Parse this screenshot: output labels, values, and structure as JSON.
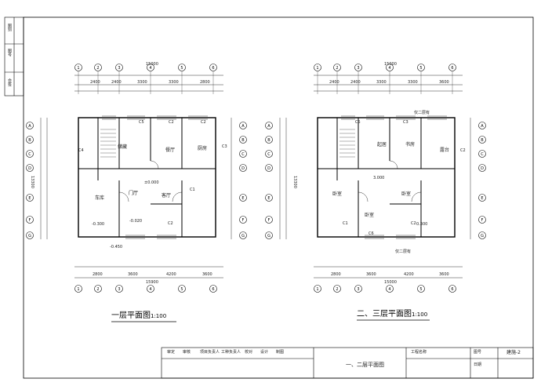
{
  "left_plan": {
    "title": "一层平面图",
    "scale": "1:100",
    "top_total": "15000",
    "top_dims": [
      "2400",
      "2400",
      "3300",
      "3300",
      "2800"
    ],
    "bottom_total": "15900",
    "bottom_dims": [
      "2800",
      "3600",
      "4200",
      "3600"
    ],
    "left_total": "13300",
    "rooms": [
      "储藏",
      "厨房",
      "餐厅",
      "门厅",
      "客厅",
      "车库"
    ],
    "windows": [
      "C5",
      "C2",
      "C2",
      "C3",
      "C1",
      "C2",
      "C4"
    ],
    "levels": [
      "±0.000",
      "-0.300",
      "-0.020",
      "-0.450"
    ],
    "axes_top": [
      "1",
      "2",
      "3",
      "4",
      "5",
      "6"
    ],
    "axes_left": [
      "A",
      "B",
      "C",
      "D",
      "E",
      "F",
      "G"
    ]
  },
  "right_plan": {
    "title": "二、三层平面图",
    "scale": "1:100",
    "top_total": "15000",
    "top_dims": [
      "2400",
      "2400",
      "3300",
      "3300",
      "3600"
    ],
    "bottom_total": "15000",
    "bottom_dims": [
      "2800",
      "3600",
      "4200",
      "3600"
    ],
    "left_total": "13300",
    "rooms": [
      "起居",
      "书房",
      "露台",
      "卧室",
      "卧室",
      "卧室"
    ],
    "windows": [
      "C5",
      "C3",
      "C2",
      "C6",
      "C1",
      "C2"
    ],
    "levels": [
      "3.000",
      "0.300"
    ],
    "notes": [
      "仅二层有",
      "仅二层有"
    ],
    "axes_top": [
      "1",
      "2",
      "3",
      "4",
      "5",
      "6"
    ],
    "axes_left": [
      "A",
      "B",
      "C",
      "D",
      "E",
      "F",
      "G"
    ]
  },
  "title_block": {
    "drawing_name": "一、二层平面图",
    "labels": [
      "审定",
      "审核",
      "项目负责人",
      "工种负责人",
      "校对",
      "设计",
      "制图",
      "工程名称",
      "图号",
      "日期"
    ],
    "sheet_no": "建施-2"
  },
  "left_strip": [
    "图别",
    "图号",
    "会签"
  ]
}
